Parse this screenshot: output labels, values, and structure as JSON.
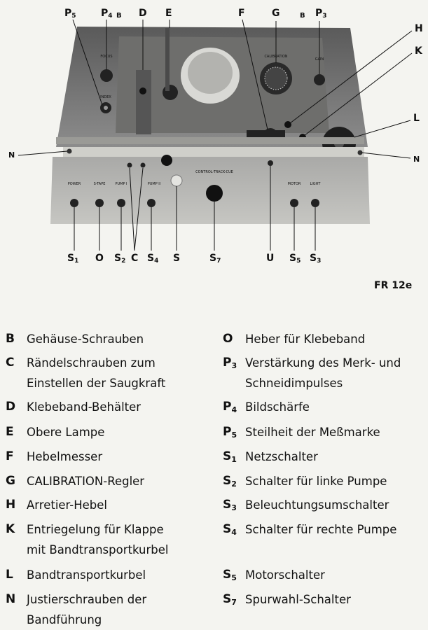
{
  "figure": {
    "code": "FR 12e",
    "callouts_top": [
      {
        "main": "P",
        "sub": "5",
        "id": "p5"
      },
      {
        "main": "P",
        "sub": "4",
        "id": "p4"
      },
      {
        "main": "B",
        "sub": "",
        "id": "b1"
      },
      {
        "main": "D",
        "sub": "",
        "id": "d"
      },
      {
        "main": "E",
        "sub": "",
        "id": "e"
      },
      {
        "main": "F",
        "sub": "",
        "id": "f"
      },
      {
        "main": "G",
        "sub": "",
        "id": "g"
      },
      {
        "main": "B",
        "sub": "",
        "id": "b2"
      },
      {
        "main": "P",
        "sub": "3",
        "id": "p3"
      }
    ],
    "callouts_side": [
      {
        "main": "H",
        "id": "h"
      },
      {
        "main": "K",
        "id": "k"
      },
      {
        "main": "L",
        "id": "l"
      },
      {
        "main": "N",
        "id": "n-left"
      },
      {
        "main": "N",
        "id": "n-right"
      }
    ],
    "callouts_bottom": [
      {
        "main": "S",
        "sub": "1",
        "id": "s1"
      },
      {
        "main": "O",
        "sub": "",
        "id": "o"
      },
      {
        "main": "S",
        "sub": "2",
        "id": "s2"
      },
      {
        "main": "C",
        "sub": "",
        "id": "c"
      },
      {
        "main": "S",
        "sub": "4",
        "id": "s4"
      },
      {
        "main": "S",
        "sub": "",
        "id": "s"
      },
      {
        "main": "S",
        "sub": "7",
        "id": "s7"
      },
      {
        "main": "U",
        "sub": "",
        "id": "u"
      },
      {
        "main": "S",
        "sub": "5",
        "id": "s5"
      },
      {
        "main": "S",
        "sub": "3",
        "id": "s3"
      }
    ],
    "panel_labels": {
      "focus": "FOCUS",
      "index": "INDEX",
      "calibration": "CALIBRATION",
      "gain": "GAIN",
      "power": "POWER",
      "stape": "S-TAPE",
      "pump1": "PUMP I",
      "pump2": "PUMP II",
      "control": "CONTROL-TRACK-CUE",
      "motor": "MOTOR",
      "light": "LIGHT"
    }
  },
  "legend": {
    "left": [
      {
        "key": "B",
        "sub": "",
        "text": "Gehäuse-Schrauben"
      },
      {
        "key": "C",
        "sub": "",
        "text": "Rändelschrauben zum\nEinstellen der Saugkraft"
      },
      {
        "key": "D",
        "sub": "",
        "text": "Klebeband-Behälter"
      },
      {
        "key": "E",
        "sub": "",
        "text": "Obere Lampe"
      },
      {
        "key": "F",
        "sub": "",
        "text": "Hebelmesser"
      },
      {
        "key": "G",
        "sub": "",
        "text": "CALIBRATION-Regler"
      },
      {
        "key": "H",
        "sub": "",
        "text": "Arretier-Hebel"
      },
      {
        "key": "K",
        "sub": "",
        "text": "Entriegelung für Klappe\nmit Bandtransportkurbel"
      },
      {
        "key": "L",
        "sub": "",
        "text": "Bandtransportkurbel"
      },
      {
        "key": "N",
        "sub": "",
        "text": "Justierschrauben der\nBandführung"
      }
    ],
    "right": [
      {
        "key": "O",
        "sub": "",
        "text": "Heber für Klebeband"
      },
      {
        "key": "P",
        "sub": "3",
        "text": "Verstärkung des Merk- und\nSchneidimpulses"
      },
      {
        "key": "P",
        "sub": "4",
        "text": "Bildschärfe"
      },
      {
        "key": "P",
        "sub": "5",
        "text": "Steilheit der Meßmarke"
      },
      {
        "key": "S",
        "sub": "1",
        "text": "Netzschalter"
      },
      {
        "key": "S",
        "sub": "2",
        "text": "Schalter für linke Pumpe"
      },
      {
        "key": "S",
        "sub": "3",
        "text": "Beleuchtungsumschalter"
      },
      {
        "key": "S",
        "sub": "4",
        "text": "Schalter für rechte Pumpe"
      },
      {
        "key": "S",
        "sub": "5",
        "text": "Motorschalter"
      },
      {
        "key": "S",
        "sub": "7",
        "text": "Spurwahl-Schalter"
      }
    ]
  }
}
